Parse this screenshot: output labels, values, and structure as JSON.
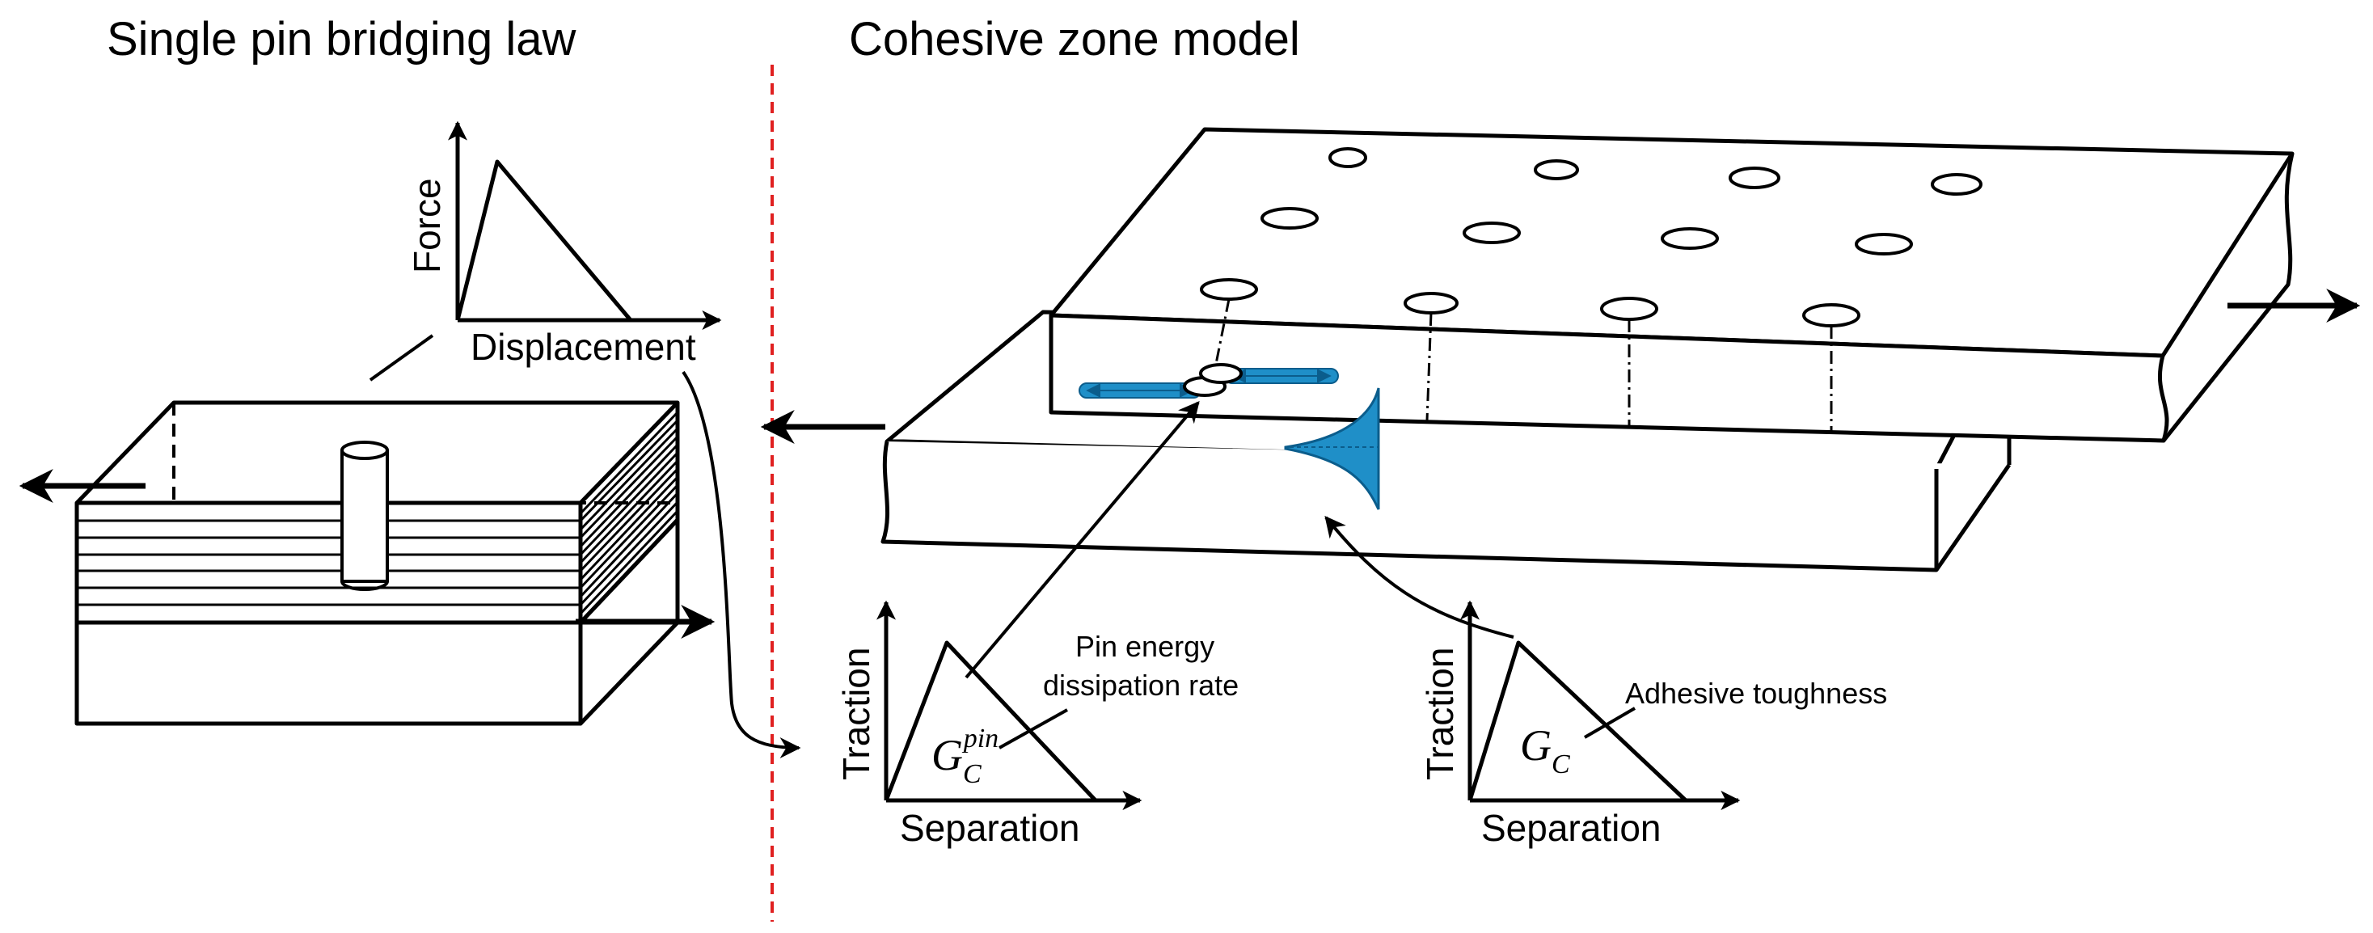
{
  "titles": {
    "left": "Single pin bridging law",
    "right": "Cohesive zone model"
  },
  "force_displacement_plot": {
    "y_axis": "Force",
    "x_axis": "Displacement"
  },
  "pin_traction_plot": {
    "y_axis": "Traction",
    "x_axis": "Separation",
    "symbol_main": "G",
    "symbol_sub": "C",
    "symbol_sup": "pin",
    "annotation_line1": "Pin energy",
    "annotation_line2": "dissipation rate"
  },
  "adhesive_traction_plot": {
    "y_axis": "Traction",
    "x_axis": "Separation",
    "symbol_main": "G",
    "symbol_sub": "C",
    "annotation": "Adhesive toughness"
  },
  "colors": {
    "line": "#000000",
    "divider": "#e02020",
    "cohesive_fill": "#1f8fc8"
  }
}
